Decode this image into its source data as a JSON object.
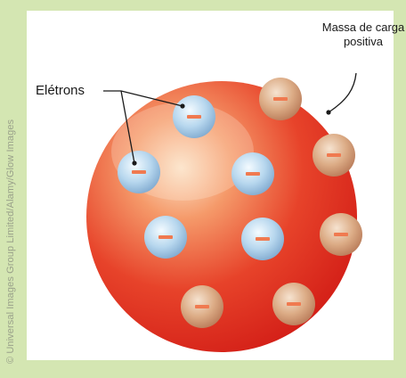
{
  "credit": "© Universal Images Group Limited/Alamy/Glow Images",
  "labels": {
    "electrons": "Elétrons",
    "mass_line1": "Massa de carga",
    "mass_line2": "positiva"
  },
  "electron_sign": "−",
  "colors": {
    "border": "#d4e6b2",
    "sphere": "#e53222",
    "electron_blue": "#9ec7e6",
    "electron_tan": "#d9a07c",
    "electron_mark": "#f07a50"
  }
}
